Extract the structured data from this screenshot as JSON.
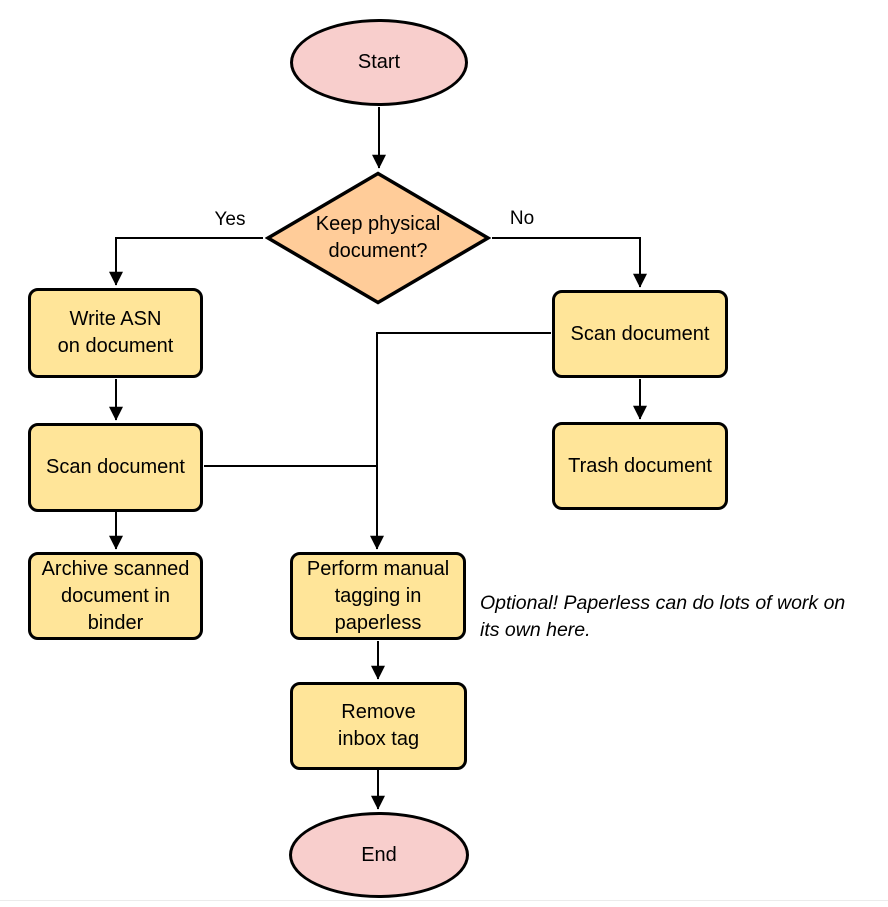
{
  "diagram": {
    "nodes": {
      "start": {
        "label": "Start",
        "type": "terminator"
      },
      "decision": {
        "label": "Keep physical\ndocument?",
        "type": "decision"
      },
      "write_asn": {
        "label": "Write ASN\non document",
        "type": "process"
      },
      "scan_left": {
        "label": "Scan document",
        "type": "process"
      },
      "archive": {
        "label": "Archive scanned\ndocument in\nbinder",
        "type": "process"
      },
      "scan_right": {
        "label": "Scan document",
        "type": "process"
      },
      "trash": {
        "label": "Trash document",
        "type": "process"
      },
      "tagging": {
        "label": "Perform manual\ntagging in\npaperless",
        "type": "process"
      },
      "remove_inbox": {
        "label": "Remove\ninbox tag",
        "type": "process"
      },
      "end": {
        "label": "End",
        "type": "terminator"
      }
    },
    "edge_labels": {
      "yes": "Yes",
      "no": "No"
    },
    "annotation": {
      "text": "Optional! Paperless can do lots of work on\nits own here."
    },
    "colors": {
      "terminator_fill": "#f8cecc",
      "decision_fill": "#ffcc99",
      "process_fill": "#ffe599",
      "stroke": "#000000"
    }
  }
}
